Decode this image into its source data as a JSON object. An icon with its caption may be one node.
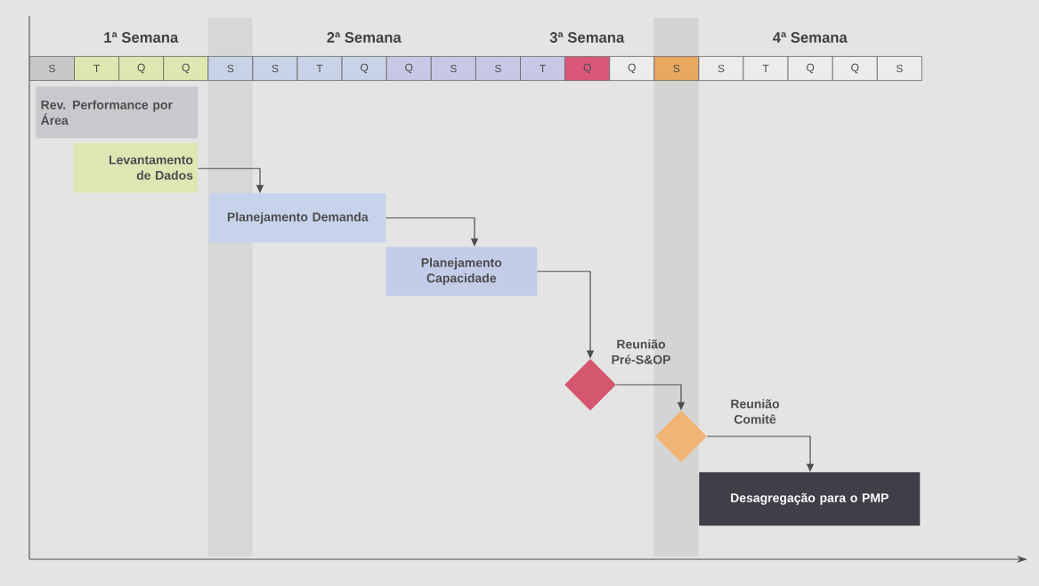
{
  "diagram": {
    "nodes": [
      {
        "text": [
          "Rev. Performance por Área"
        ]
      },
      {
        "text": [
          "Levantamento de Dados"
        ]
      },
      {
        "text": [
          "Planejamento Demanda"
        ]
      },
      {
        "text": [
          "Planejamento Capacidade"
        ]
      },
      {
        "text": [
          "Reunião Pré-S&OP"
        ]
      },
      {
        "text": [
          "Reunião Comitê"
        ]
      },
      {
        "text": [
          "Desagregação para o PMP"
        ]
      }
    ],
    "edges": [
      {
        "from": 1,
        "to": 2,
        "arrow": "to"
      },
      {
        "from": 2,
        "to": 3,
        "arrow": "to"
      },
      {
        "from": 3,
        "to": 4,
        "arrow": "to"
      },
      {
        "from": 4,
        "to": 5,
        "arrow": "to"
      },
      {
        "from": 5,
        "to": 6,
        "arrow": "to"
      }
    ],
    "labels": [
      "1ª Semana",
      "2ª Semana",
      "3ª Semana",
      "4ª Semana",
      "S",
      "T",
      "Q",
      "Q",
      "S",
      "S",
      "T",
      "Q",
      "Q",
      "S",
      "S",
      "T",
      "Q",
      "Q",
      "S",
      "S",
      "T",
      "Q",
      "Q",
      "S"
    ]
  }
}
